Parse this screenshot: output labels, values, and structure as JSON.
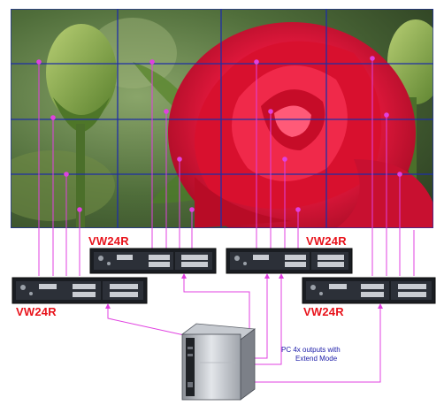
{
  "units": {
    "top_left": "VW24R",
    "top_right": "VW24R",
    "bottom_left": "VW24R",
    "bottom_right": "VW24R"
  },
  "pc": {
    "caption_line1": "PC 4x outputs with",
    "caption_line2": "Extend Mode"
  },
  "video_wall": {
    "columns": 4,
    "rows": 4,
    "grid_color": "#1e2ea6",
    "content": "red-rose-image"
  },
  "colors": {
    "cable": "#e040e0",
    "label": "#e8141c",
    "caption": "#1a1aa8"
  }
}
